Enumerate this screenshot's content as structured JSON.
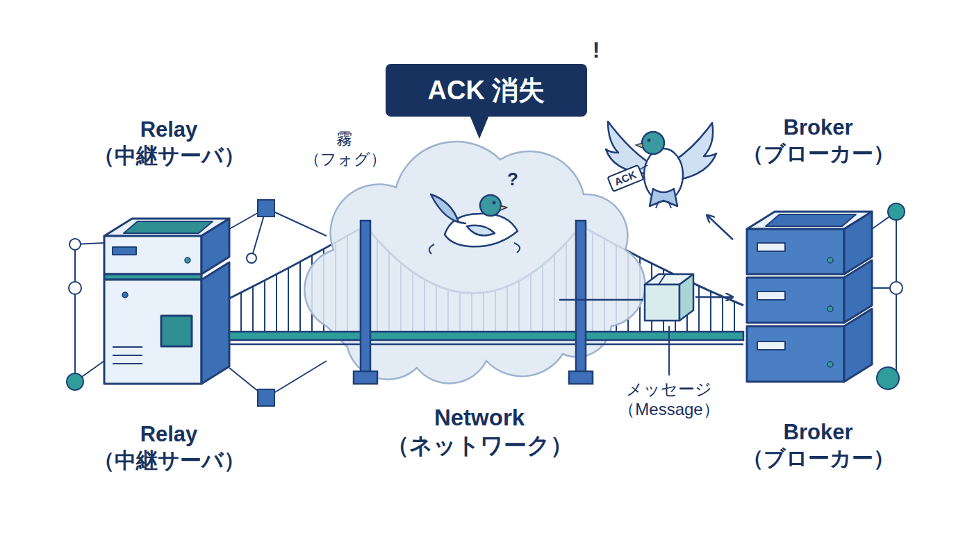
{
  "diagram": {
    "nodes": [
      {
        "text": [
          "Relay （中継サーバ）",
          "Relay （中継サーバ）"
        ]
      },
      {
        "text": [
          "ACK 消失"
        ]
      },
      {
        "text": [
          "Network （ネットワーク）"
        ]
      },
      {
        "text": [
          "ACK"
        ]
      },
      {
        "text": [
          "Broker （ブローカー）",
          "Broker （ブローカー）"
        ]
      },
      {
        "text": [
          "メッセージ （Message）"
        ]
      }
    ],
    "edges": [
      {
        "from": 5,
        "to": 4,
        "arrow": "to"
      },
      {
        "from": 4,
        "to": 3,
        "arrow": "to"
      }
    ],
    "labels": [
      "霧 （フォグ）",
      "!",
      "?"
    ]
  }
}
